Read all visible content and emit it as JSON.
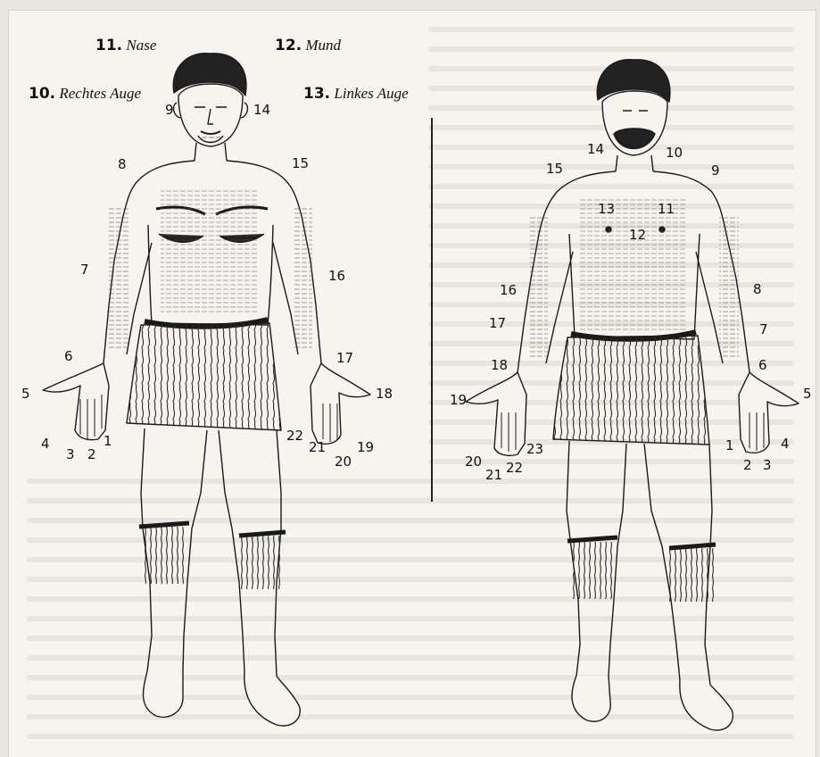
{
  "captions": {
    "c11": {
      "num": "11.",
      "text": "Nase"
    },
    "c12": {
      "num": "12.",
      "text": "Mund"
    },
    "c10": {
      "num": "10.",
      "text": "Rechtes Auge"
    },
    "c13": {
      "num": "13.",
      "text": "Linkes Auge"
    }
  },
  "front_labels": [
    "1",
    "2",
    "3",
    "4",
    "5",
    "6",
    "7",
    "8",
    "9",
    "14",
    "15",
    "16",
    "17",
    "18",
    "19",
    "20",
    "21",
    "22"
  ],
  "back_labels": [
    "1",
    "2",
    "3",
    "4",
    "5",
    "6",
    "7",
    "8",
    "9",
    "10",
    "11",
    "12",
    "13",
    "14",
    "15",
    "16",
    "17",
    "18",
    "19",
    "20",
    "21",
    "22",
    "23"
  ],
  "colors": {
    "ink": "#1a1a1a",
    "paper": "#f6f4ef",
    "bleed": "#dcd8d0"
  },
  "icons": [
    "front-figure-drawing",
    "back-figure-drawing"
  ]
}
